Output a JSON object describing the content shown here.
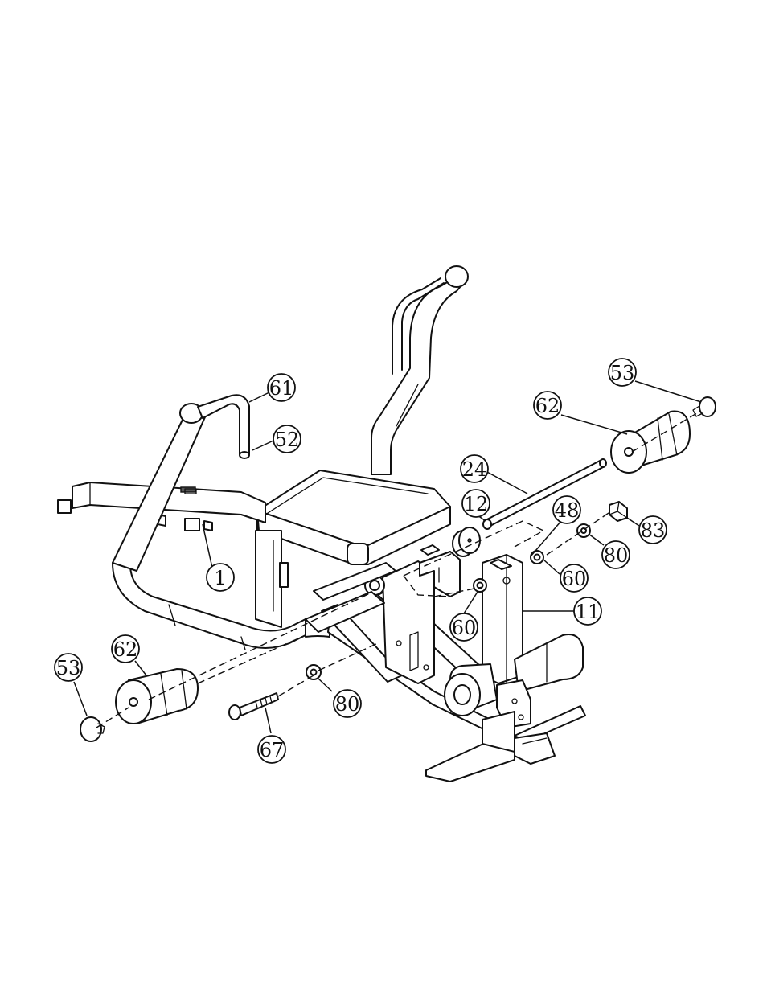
{
  "callouts": [
    {
      "id": "c61",
      "label": "61"
    },
    {
      "id": "c52",
      "label": "52"
    },
    {
      "id": "c53a",
      "label": "53"
    },
    {
      "id": "c62a",
      "label": "62"
    },
    {
      "id": "c24",
      "label": "24"
    },
    {
      "id": "c12",
      "label": "12"
    },
    {
      "id": "c48",
      "label": "48"
    },
    {
      "id": "c83",
      "label": "83"
    },
    {
      "id": "c80a",
      "label": "80"
    },
    {
      "id": "c60a",
      "label": "60"
    },
    {
      "id": "c1",
      "label": "1"
    },
    {
      "id": "c60b",
      "label": "60"
    },
    {
      "id": "c11",
      "label": "11"
    },
    {
      "id": "c53b",
      "label": "53"
    },
    {
      "id": "c62b",
      "label": "62"
    },
    {
      "id": "c80b",
      "label": "80"
    },
    {
      "id": "c67",
      "label": "67"
    }
  ]
}
